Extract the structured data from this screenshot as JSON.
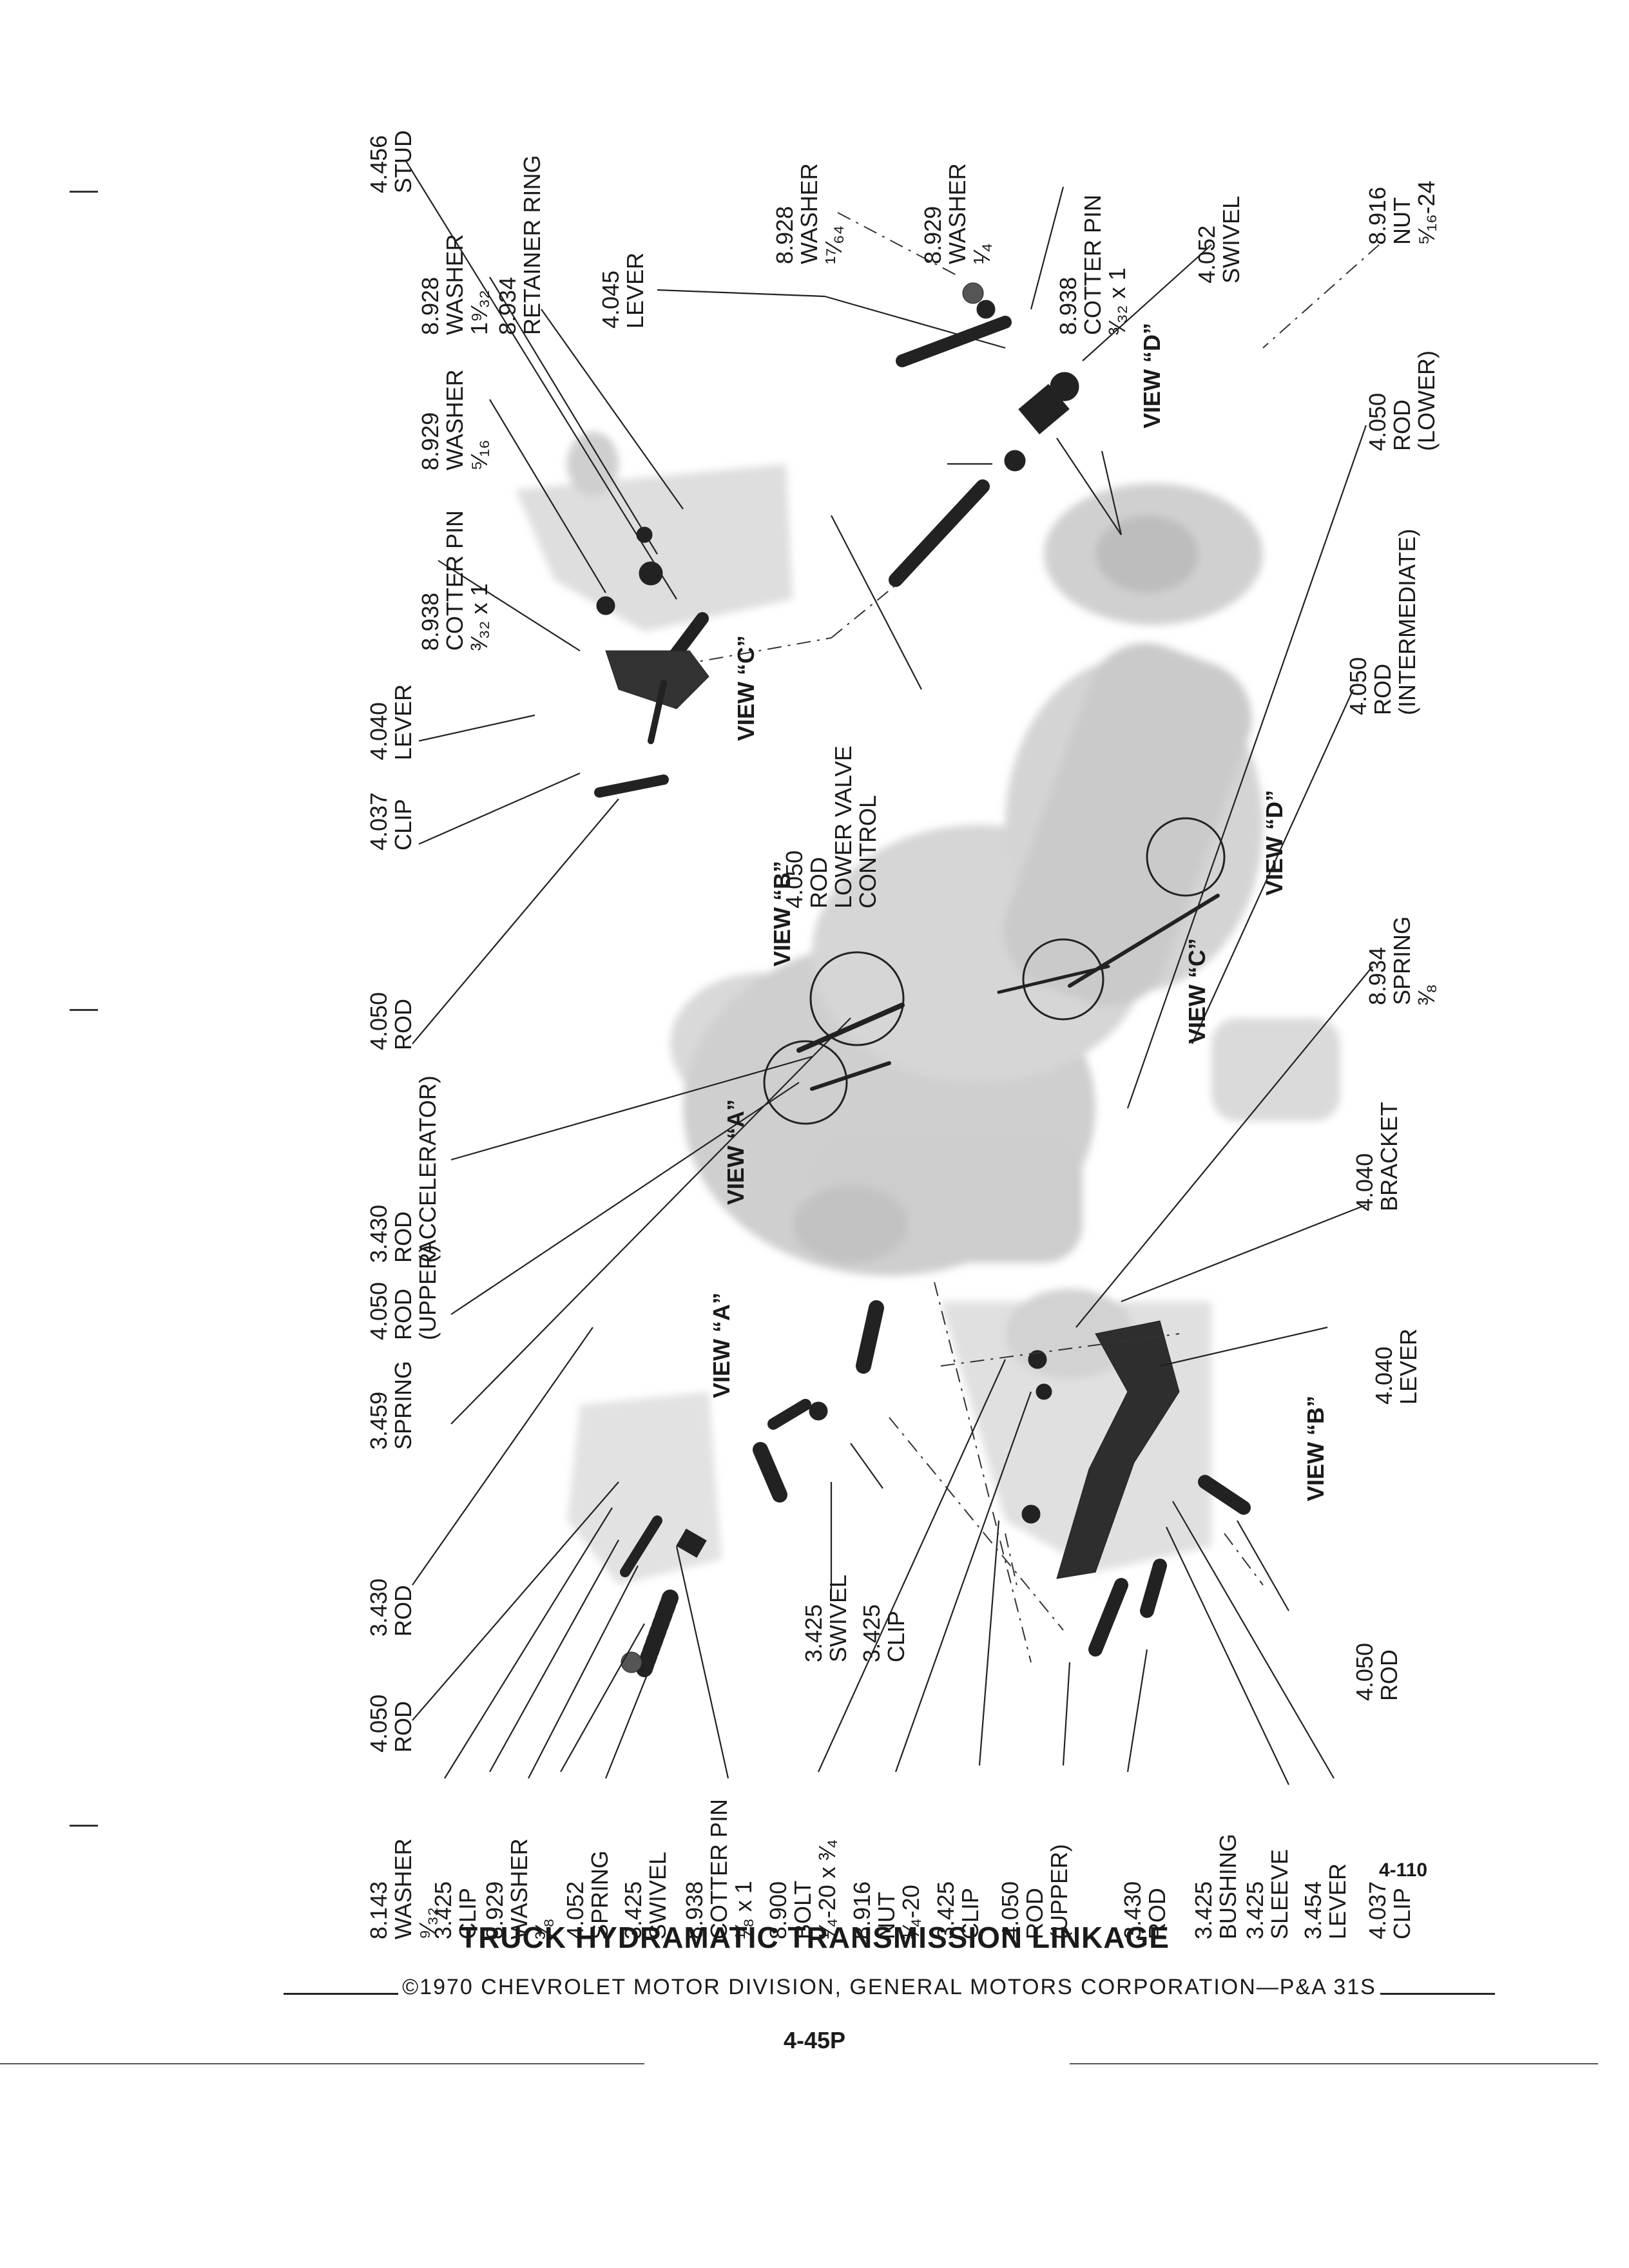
{
  "caption": {
    "title": "TRUCK HYDRAMATIC TRANSMISSION LINKAGE",
    "copyright": "©1970 CHEVROLET MOTOR DIVISION, GENERAL MOTORS CORPORATION—P&A 31S",
    "page_number": "4-45P",
    "figure_number": "4-110"
  },
  "view_labels": {
    "view_a": "VIEW “A”",
    "view_b": "VIEW “B”",
    "view_c": "VIEW “C”",
    "view_d": "VIEW “D”"
  },
  "callouts": [
    {
      "id": "c01",
      "lines": [
        "4.456",
        "STUD"
      ]
    },
    {
      "id": "c02",
      "lines": [
        "8.928",
        "WASHER",
        "1⁹⁄₃₂"
      ]
    },
    {
      "id": "c03",
      "lines": [
        "8.934",
        "RETAINER RING"
      ]
    },
    {
      "id": "c04",
      "lines": [
        "8.929",
        "WASHER",
        "⁵⁄₁₆"
      ]
    },
    {
      "id": "c05",
      "lines": [
        "8.938",
        "COTTER PIN",
        "³⁄₃₂ x 1"
      ]
    },
    {
      "id": "c06",
      "lines": [
        "4.040",
        "LEVER"
      ]
    },
    {
      "id": "c07",
      "lines": [
        "4.037",
        "CLIP"
      ]
    },
    {
      "id": "c08",
      "lines": [
        "4.050",
        "ROD"
      ]
    },
    {
      "id": "c09",
      "lines": [
        "3.430",
        "ROD",
        "(ACCELERATOR)"
      ]
    },
    {
      "id": "c10",
      "lines": [
        "4.050",
        "ROD",
        "(UPPER)"
      ]
    },
    {
      "id": "c11",
      "lines": [
        "3.459",
        "SPRING"
      ]
    },
    {
      "id": "c12",
      "lines": [
        "3.430",
        "ROD"
      ]
    },
    {
      "id": "c13",
      "lines": [
        "4.050",
        "ROD"
      ]
    },
    {
      "id": "c14",
      "lines": [
        "8.143",
        "WASHER",
        "⁹⁄₃₂"
      ]
    },
    {
      "id": "c15",
      "lines": [
        "3.425",
        "CLIP"
      ]
    },
    {
      "id": "c16",
      "lines": [
        "8.929",
        "WASHER",
        "³⁄₈"
      ]
    },
    {
      "id": "c17",
      "lines": [
        "4.052",
        "SPRING"
      ]
    },
    {
      "id": "c18",
      "lines": [
        "3.425",
        "SWIVEL"
      ]
    },
    {
      "id": "c19",
      "lines": [
        "8.938",
        "COTTER PIN",
        "¹⁄₈ x 1"
      ]
    },
    {
      "id": "c20",
      "lines": [
        "8.900",
        "BOLT",
        "¹⁄₄-20 x ³⁄₄"
      ]
    },
    {
      "id": "c21",
      "lines": [
        "8.916",
        "NUT",
        "¹⁄₄-20"
      ]
    },
    {
      "id": "c22",
      "lines": [
        "3.425",
        "CLIP"
      ]
    },
    {
      "id": "c23",
      "lines": [
        "4.050",
        "ROD",
        "(UPPER)"
      ]
    },
    {
      "id": "c24",
      "lines": [
        "3.430",
        "ROD"
      ]
    },
    {
      "id": "c25",
      "lines": [
        "3.425",
        "BUSHING"
      ]
    },
    {
      "id": "c26",
      "lines": [
        "3.425",
        "SLEEVE"
      ]
    },
    {
      "id": "c27",
      "lines": [
        "3.454",
        "LEVER"
      ]
    },
    {
      "id": "c28",
      "lines": [
        "4.037",
        "CLIP"
      ]
    },
    {
      "id": "c29",
      "lines": [
        "3.425",
        "SWIVEL"
      ]
    },
    {
      "id": "c30",
      "lines": [
        "3.425",
        "CLIP"
      ]
    },
    {
      "id": "c31",
      "lines": [
        "4.050",
        "ROD",
        "LOWER VALVE",
        "CONTROL"
      ]
    },
    {
      "id": "c32",
      "lines": [
        "4.045",
        "LEVER"
      ]
    },
    {
      "id": "c33",
      "lines": [
        "8.928",
        "WASHER",
        "¹⁷⁄₆₄"
      ]
    },
    {
      "id": "c34",
      "lines": [
        "8.929",
        "WASHER",
        "¹⁄₄"
      ]
    },
    {
      "id": "c35",
      "lines": [
        "8.938",
        "COTTER PIN",
        "³⁄₃₂ x 1"
      ]
    },
    {
      "id": "c36",
      "lines": [
        "4.052",
        "SWIVEL"
      ]
    },
    {
      "id": "c37",
      "lines": [
        "8.916",
        "NUT",
        "⁵⁄₁₆-24"
      ]
    },
    {
      "id": "c38",
      "lines": [
        "4.050",
        "ROD",
        "(LOWER)"
      ]
    },
    {
      "id": "c39",
      "lines": [
        "4.050",
        "ROD",
        "(INTERMEDIATE)"
      ]
    },
    {
      "id": "c40",
      "lines": [
        "8.934",
        "SPRING",
        "³⁄₈"
      ]
    },
    {
      "id": "c41",
      "lines": [
        "4.040",
        "BRACKET"
      ]
    },
    {
      "id": "c42",
      "lines": [
        "4.040",
        "LEVER"
      ]
    },
    {
      "id": "c43",
      "lines": [
        "4.050",
        "ROD"
      ]
    }
  ]
}
